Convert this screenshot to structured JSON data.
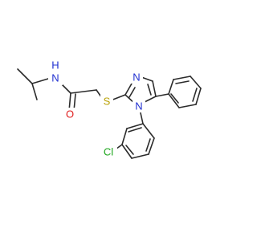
{
  "molecule": {
    "atom_labels": {
      "nh": "N",
      "h": "H",
      "o": "O",
      "s": "S",
      "n_imine": "N",
      "n_ring": "N",
      "cl": "Cl"
    },
    "colors": {
      "bond": "#2b2b2b",
      "nitrogen": "#2030d0",
      "oxygen": "#e02020",
      "sulfur": "#b8a000",
      "chlorine": "#1aa51a"
    }
  }
}
